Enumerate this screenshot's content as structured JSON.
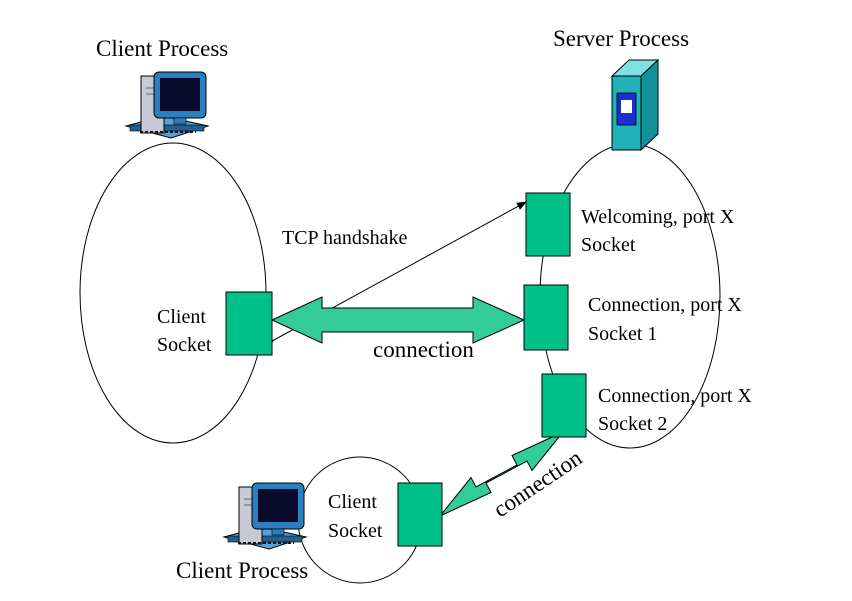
{
  "colors": {
    "socket_fill": "#00c08a",
    "arrow_fill": "#33cc99",
    "outline": "#000000",
    "monitor_screen": "#0a0a2a",
    "monitor_body": "#2a7fc0",
    "server_body": "#1fb2b8",
    "server_panel": "#1b2fd0"
  },
  "icons": {
    "client_computer": "desktop-computer-icon",
    "server_tower": "server-tower-icon"
  },
  "client_top": {
    "title": "Client Process",
    "socket_line1": "Client",
    "socket_line2": "Socket"
  },
  "server": {
    "title": "Server Process",
    "welcoming_line1": "Welcoming, port X",
    "welcoming_line2": "Socket",
    "conn1_line1": "Connection, port X",
    "conn1_line2": "Socket 1",
    "conn2_line1": "Connection, port X",
    "conn2_line2": "Socket 2"
  },
  "client_bottom": {
    "title": "Client Process",
    "socket_line1": "Client",
    "socket_line2": "Socket"
  },
  "links": {
    "handshake_label": "TCP handshake",
    "connection_label_1": "connection",
    "connection_label_2": "connection"
  }
}
